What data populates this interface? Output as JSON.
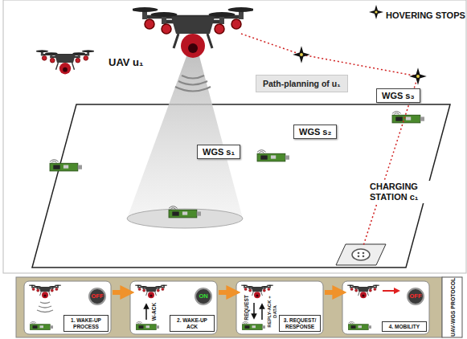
{
  "diagram": {
    "nodes": [
      {
        "text": [
          "Path-planning of u₁"
        ]
      },
      {
        "text": [
          "WGS s₃"
        ]
      },
      {
        "text": [
          "WGS s₂"
        ]
      },
      {
        "text": [
          "WGS s₁"
        ]
      },
      {
        "text": [
          "UAV-WGS PROTOCOL"
        ]
      },
      {
        "text": [
          "1. WAKE-UP PROCESS"
        ],
        "in": 4
      },
      {
        "text": [
          "OFF"
        ],
        "in": 5
      },
      {
        "text": [
          "2. WAKE-UP ACK"
        ],
        "in": 4
      },
      {
        "text": [
          "ON"
        ],
        "in": 7
      },
      {
        "text": [
          "3. REQUEST/ RESPONSE"
        ],
        "in": 4
      },
      {
        "text": [
          "4. MOBILITY"
        ],
        "in": 4
      },
      {
        "text": [
          "OFF"
        ],
        "in": 10
      }
    ],
    "edges": [
      {
        "from": 5,
        "to": 7,
        "arrow": "to"
      },
      {
        "from": 7,
        "to": 9,
        "arrow": "to"
      },
      {
        "from": 9,
        "to": 10,
        "arrow": "to"
      }
    ],
    "labels": [
      "UAV u₁",
      "CHARGING STATION c₁",
      "W-ACK",
      "REQUEST",
      "REPLY-ACK + DATA"
    ],
    "legend": [
      {
        "text": "HOVERING STOPS"
      }
    ]
  }
}
